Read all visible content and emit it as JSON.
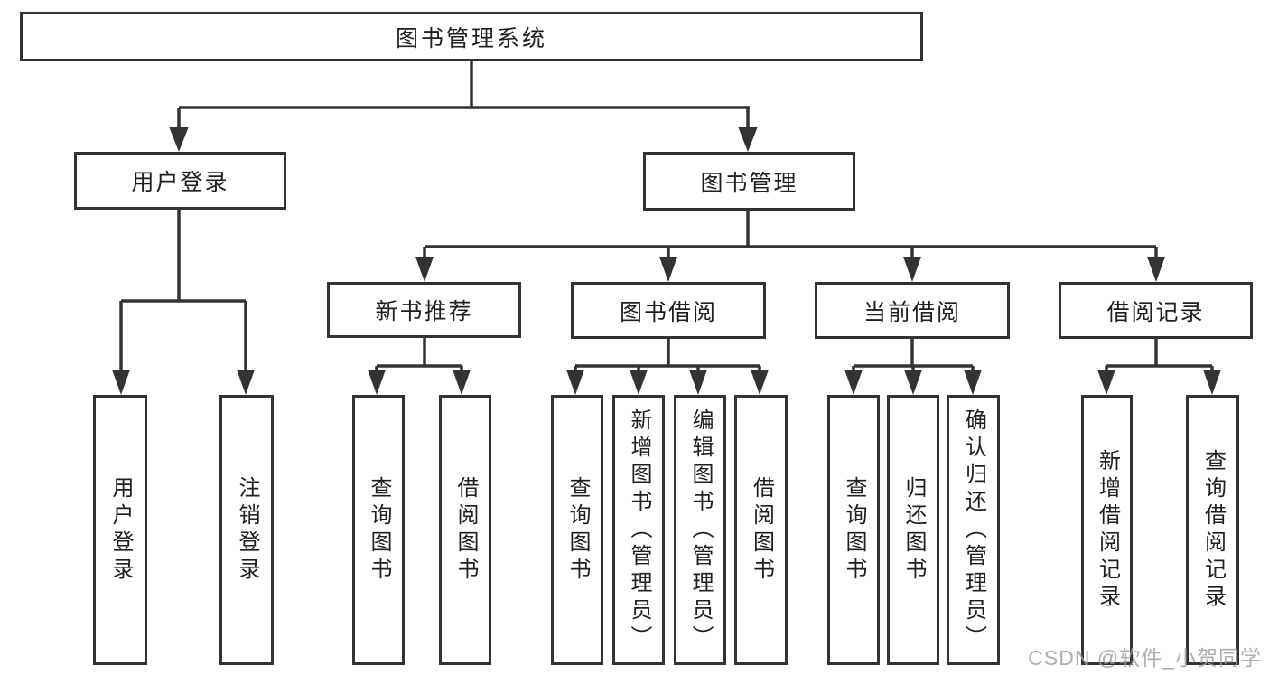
{
  "diagram": {
    "root": {
      "label": "图书管理系统"
    },
    "branches": {
      "login": {
        "label": "用户登录",
        "children": {
          "user_login": "用户登录",
          "logout": "注销登录"
        }
      },
      "management": {
        "label": "图书管理",
        "children": {
          "new_book_rec": {
            "label": "新书推荐",
            "children": {
              "query_books": "查询图书",
              "borrow_books": "借阅图书"
            }
          },
          "book_borrow": {
            "label": "图书借阅",
            "children": {
              "query_books": "查询图书",
              "add_books": "新增图书（管理员）",
              "edit_books": "编辑图书（管理员）",
              "borrow_books": "借阅图书"
            }
          },
          "current_borrow": {
            "label": "当前借阅",
            "children": {
              "query_books": "查询图书",
              "return_books": "归还图书",
              "confirm_return": "确认归还（管理员）"
            }
          },
          "borrow_records": {
            "label": "借阅记录",
            "children": {
              "add_record": "新增借阅记录",
              "query_record": "查询借阅记录"
            }
          }
        }
      }
    }
  },
  "watermark": "CSDN @软件_小贺同学",
  "colors": {
    "line": "#333333",
    "box_border": "#333333",
    "text": "#1f1f1f",
    "background": "#ffffff",
    "watermark": "#a0a0a0"
  }
}
